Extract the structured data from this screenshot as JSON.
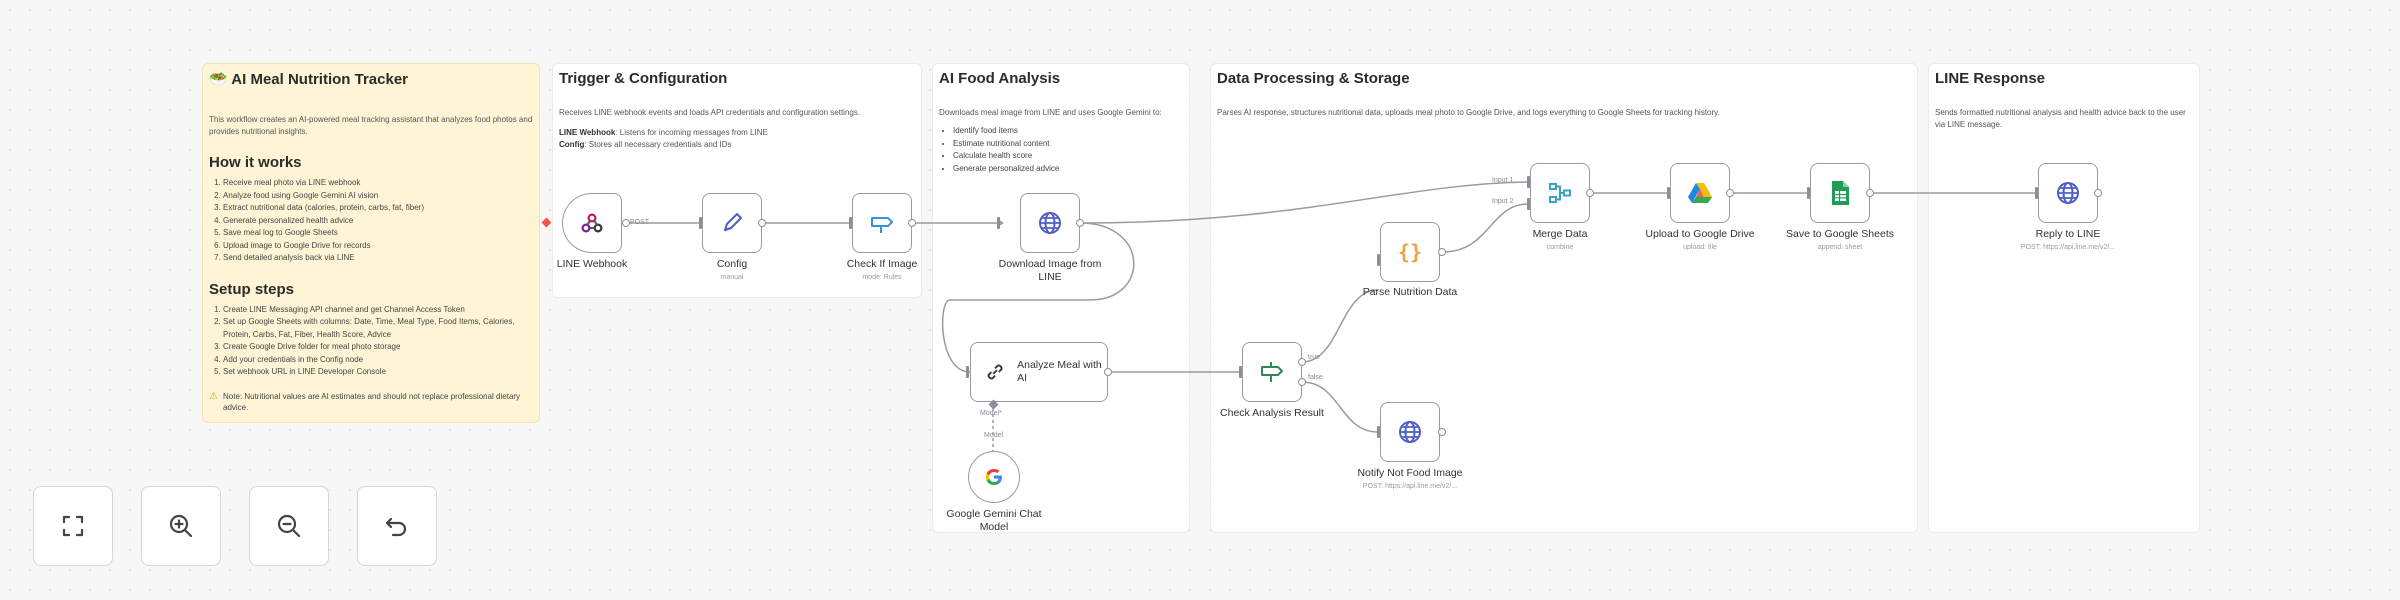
{
  "stickies": {
    "main": {
      "title": "🥗 AI Meal Nutrition Tracker",
      "description": "This workflow creates an AI-powered meal tracking assistant that analyzes food photos and provides nutritional insights.",
      "how_heading": "How it works",
      "how_steps": [
        "Receive meal photo via LINE webhook",
        "Analyze food using Google Gemini AI vision",
        "Extract nutritional data (calories, protein, carbs, fat, fiber)",
        "Generate personalized health advice",
        "Save meal log to Google Sheets",
        "Upload image to Google Drive for records",
        "Send detailed analysis back via LINE"
      ],
      "setup_heading": "Setup steps",
      "setup_steps": [
        "Create LINE Messaging API channel and get Channel Access Token",
        "Set up Google Sheets with columns: Date, Time, Meal Type, Food Items, Calories, Protein, Carbs, Fat, Fiber, Health Score, Advice",
        "Create Google Drive folder for meal photo storage",
        "Add your credentials in the Config node",
        "Set webhook URL in LINE Developer Console"
      ],
      "note": "Note: Nutritional values are AI estimates and should not replace professional dietary advice."
    },
    "trigger": {
      "title": "Trigger & Configuration",
      "description": "Receives LINE webhook events and loads API credentials and configuration settings.",
      "line1_key": "LINE Webhook",
      "line1_val": ": Listens for incoming messages from LINE",
      "line2_key": "Config",
      "line2_val": ": Stores all necessary credentials and IDs"
    },
    "ai": {
      "title": "AI Food Analysis",
      "description": "Downloads meal image from LINE and uses Google Gemini to:",
      "bullets": [
        "Identify food items",
        "Estimate nutritional content",
        "Calculate health score",
        "Generate personalized advice"
      ]
    },
    "data": {
      "title": "Data Processing & Storage",
      "description": "Parses AI response, structures nutritional data, uploads meal photo to Google Drive, and logs everything to Google Sheets for tracking history."
    },
    "response": {
      "title": "LINE Response",
      "description": "Sends formatted nutritional analysis and health advice back to the user via LINE message."
    }
  },
  "nodes": {
    "webhook": {
      "label": "LINE Webhook",
      "port_label": "POST"
    },
    "config": {
      "label": "Config",
      "sub": "manual"
    },
    "check_image": {
      "label": "Check If Image",
      "sub": "mode: Rules"
    },
    "download": {
      "label": "Download Image from LINE"
    },
    "analyze": {
      "label": "Analyze Meal with AI",
      "port_label": "Model*",
      "model_label": "Model"
    },
    "gemini": {
      "label": "Google Gemini Chat Model"
    },
    "check_analysis": {
      "label": "Check Analysis Result",
      "true_label": "true",
      "false_label": "false"
    },
    "parse": {
      "label": "Parse Nutrition Data"
    },
    "notify": {
      "label": "Notify Not Food Image",
      "sub": "POST: https://api.line.me/v2/..."
    },
    "merge": {
      "label": "Merge Data",
      "sub": "combine",
      "input1": "Input 1",
      "input2": "Input 2"
    },
    "drive": {
      "label": "Upload to Google Drive",
      "sub": "upload: file"
    },
    "sheets": {
      "label": "Save to Google Sheets",
      "sub": "append: sheet"
    },
    "reply": {
      "label": "Reply to LINE",
      "sub": "POST: https://api.line.me/v2/..."
    }
  },
  "controls": {
    "fit": "fit-view-icon",
    "zoom_in": "zoom-in-icon",
    "zoom_out": "zoom-out-icon",
    "undo": "undo-icon"
  },
  "colors": {
    "sticky_yellow": "#fff5d6",
    "edge": "#9a9aa3",
    "globe": "#4e5fc9",
    "code": "#f2a03d",
    "sheets": "#1f9d55",
    "merge": "#3aa3c4",
    "switch": "#2e8b57"
  }
}
